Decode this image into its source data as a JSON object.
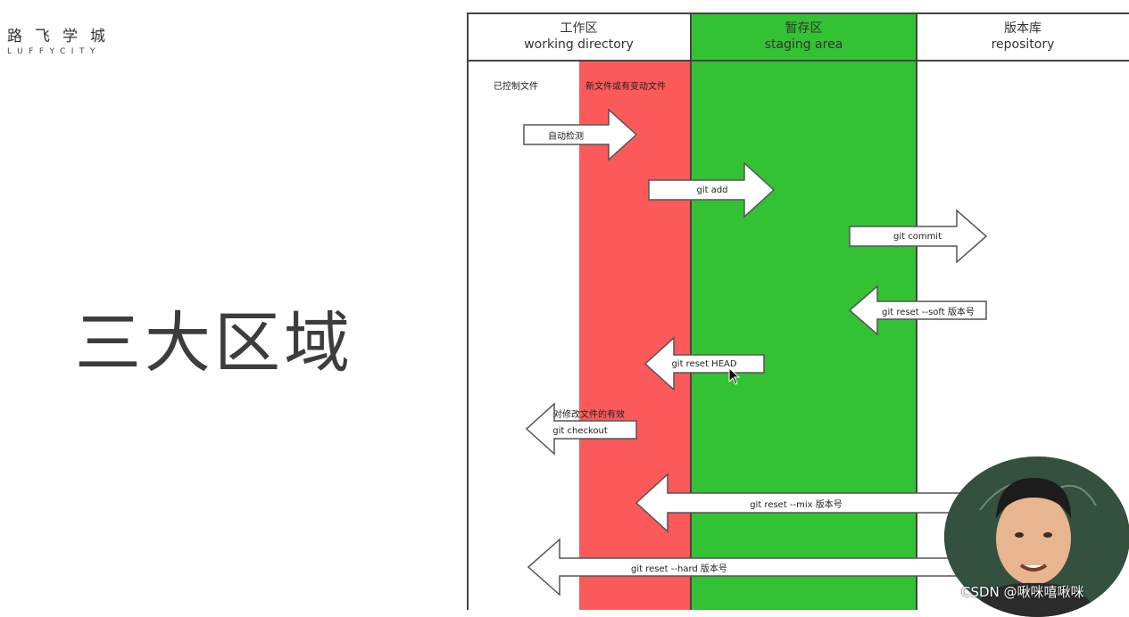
{
  "logo": {
    "cn": "路飞学城",
    "en": "LUFFYCITY"
  },
  "slide": {
    "title": "三大区域"
  },
  "diagram": {
    "columns": {
      "working": {
        "cn": "工作区",
        "en": "working directory"
      },
      "staging": {
        "cn": "暂存区",
        "en": "staging area"
      },
      "repo": {
        "cn": "版本库",
        "en": "repository"
      }
    },
    "sublabels": {
      "tracked": "已控制文件",
      "new_modified": "新文件或有变动文件"
    },
    "arrows": {
      "auto_detect": "自动检测",
      "git_add": "git add",
      "git_commit": "git commit",
      "reset_soft": "git reset --soft 版本号",
      "reset_head": "git reset HEAD",
      "checkout_note": "对修改文件的有效",
      "checkout": "git checkout",
      "reset_mix": "git reset --mix 版本号",
      "reset_hard": "git reset --hard 版本号"
    },
    "colors": {
      "red": "#fc5a5a",
      "green": "#33c233",
      "arrow_fill": "#ffffff"
    }
  },
  "watermark": "CSDN @啾咪嘻啾咪"
}
